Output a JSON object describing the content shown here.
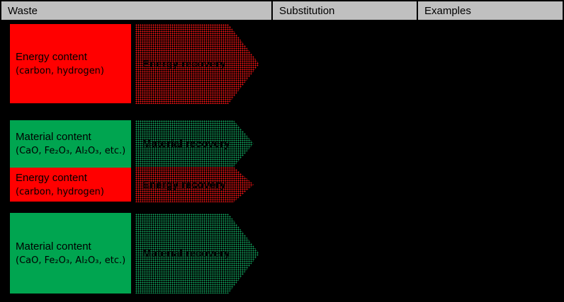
{
  "header": {
    "columns": [
      {
        "label": "Waste"
      },
      {
        "label": "Substitution"
      },
      {
        "label": "Examples"
      }
    ]
  },
  "colors": {
    "energy_red": "#ff0000",
    "material_green": "#00a550",
    "header_bg": "#c0c0c0",
    "background": "#000000",
    "text": "#000000"
  },
  "waste_boxes": [
    {
      "kind": "energy",
      "title": "Energy content",
      "subtitle": "(carbon, hydrogen)"
    },
    {
      "kind": "material",
      "title": "Material content",
      "subtitle": "(CaO, Fe₂O₃, Al₂O₃, etc.)"
    },
    {
      "kind": "energy",
      "title": "Energy content",
      "subtitle": "(carbon, hydrogen)"
    },
    {
      "kind": "material",
      "title": "Material content",
      "subtitle": "(CaO, Fe₂O₃, Al₂O₃, etc.)"
    }
  ],
  "substitution_arrows": [
    {
      "kind": "energy",
      "label": "Energy recovery"
    },
    {
      "kind": "material",
      "label": "Material recovery"
    },
    {
      "kind": "energy",
      "label": "Energy recovery"
    },
    {
      "kind": "material",
      "label": "Material recovery"
    }
  ]
}
